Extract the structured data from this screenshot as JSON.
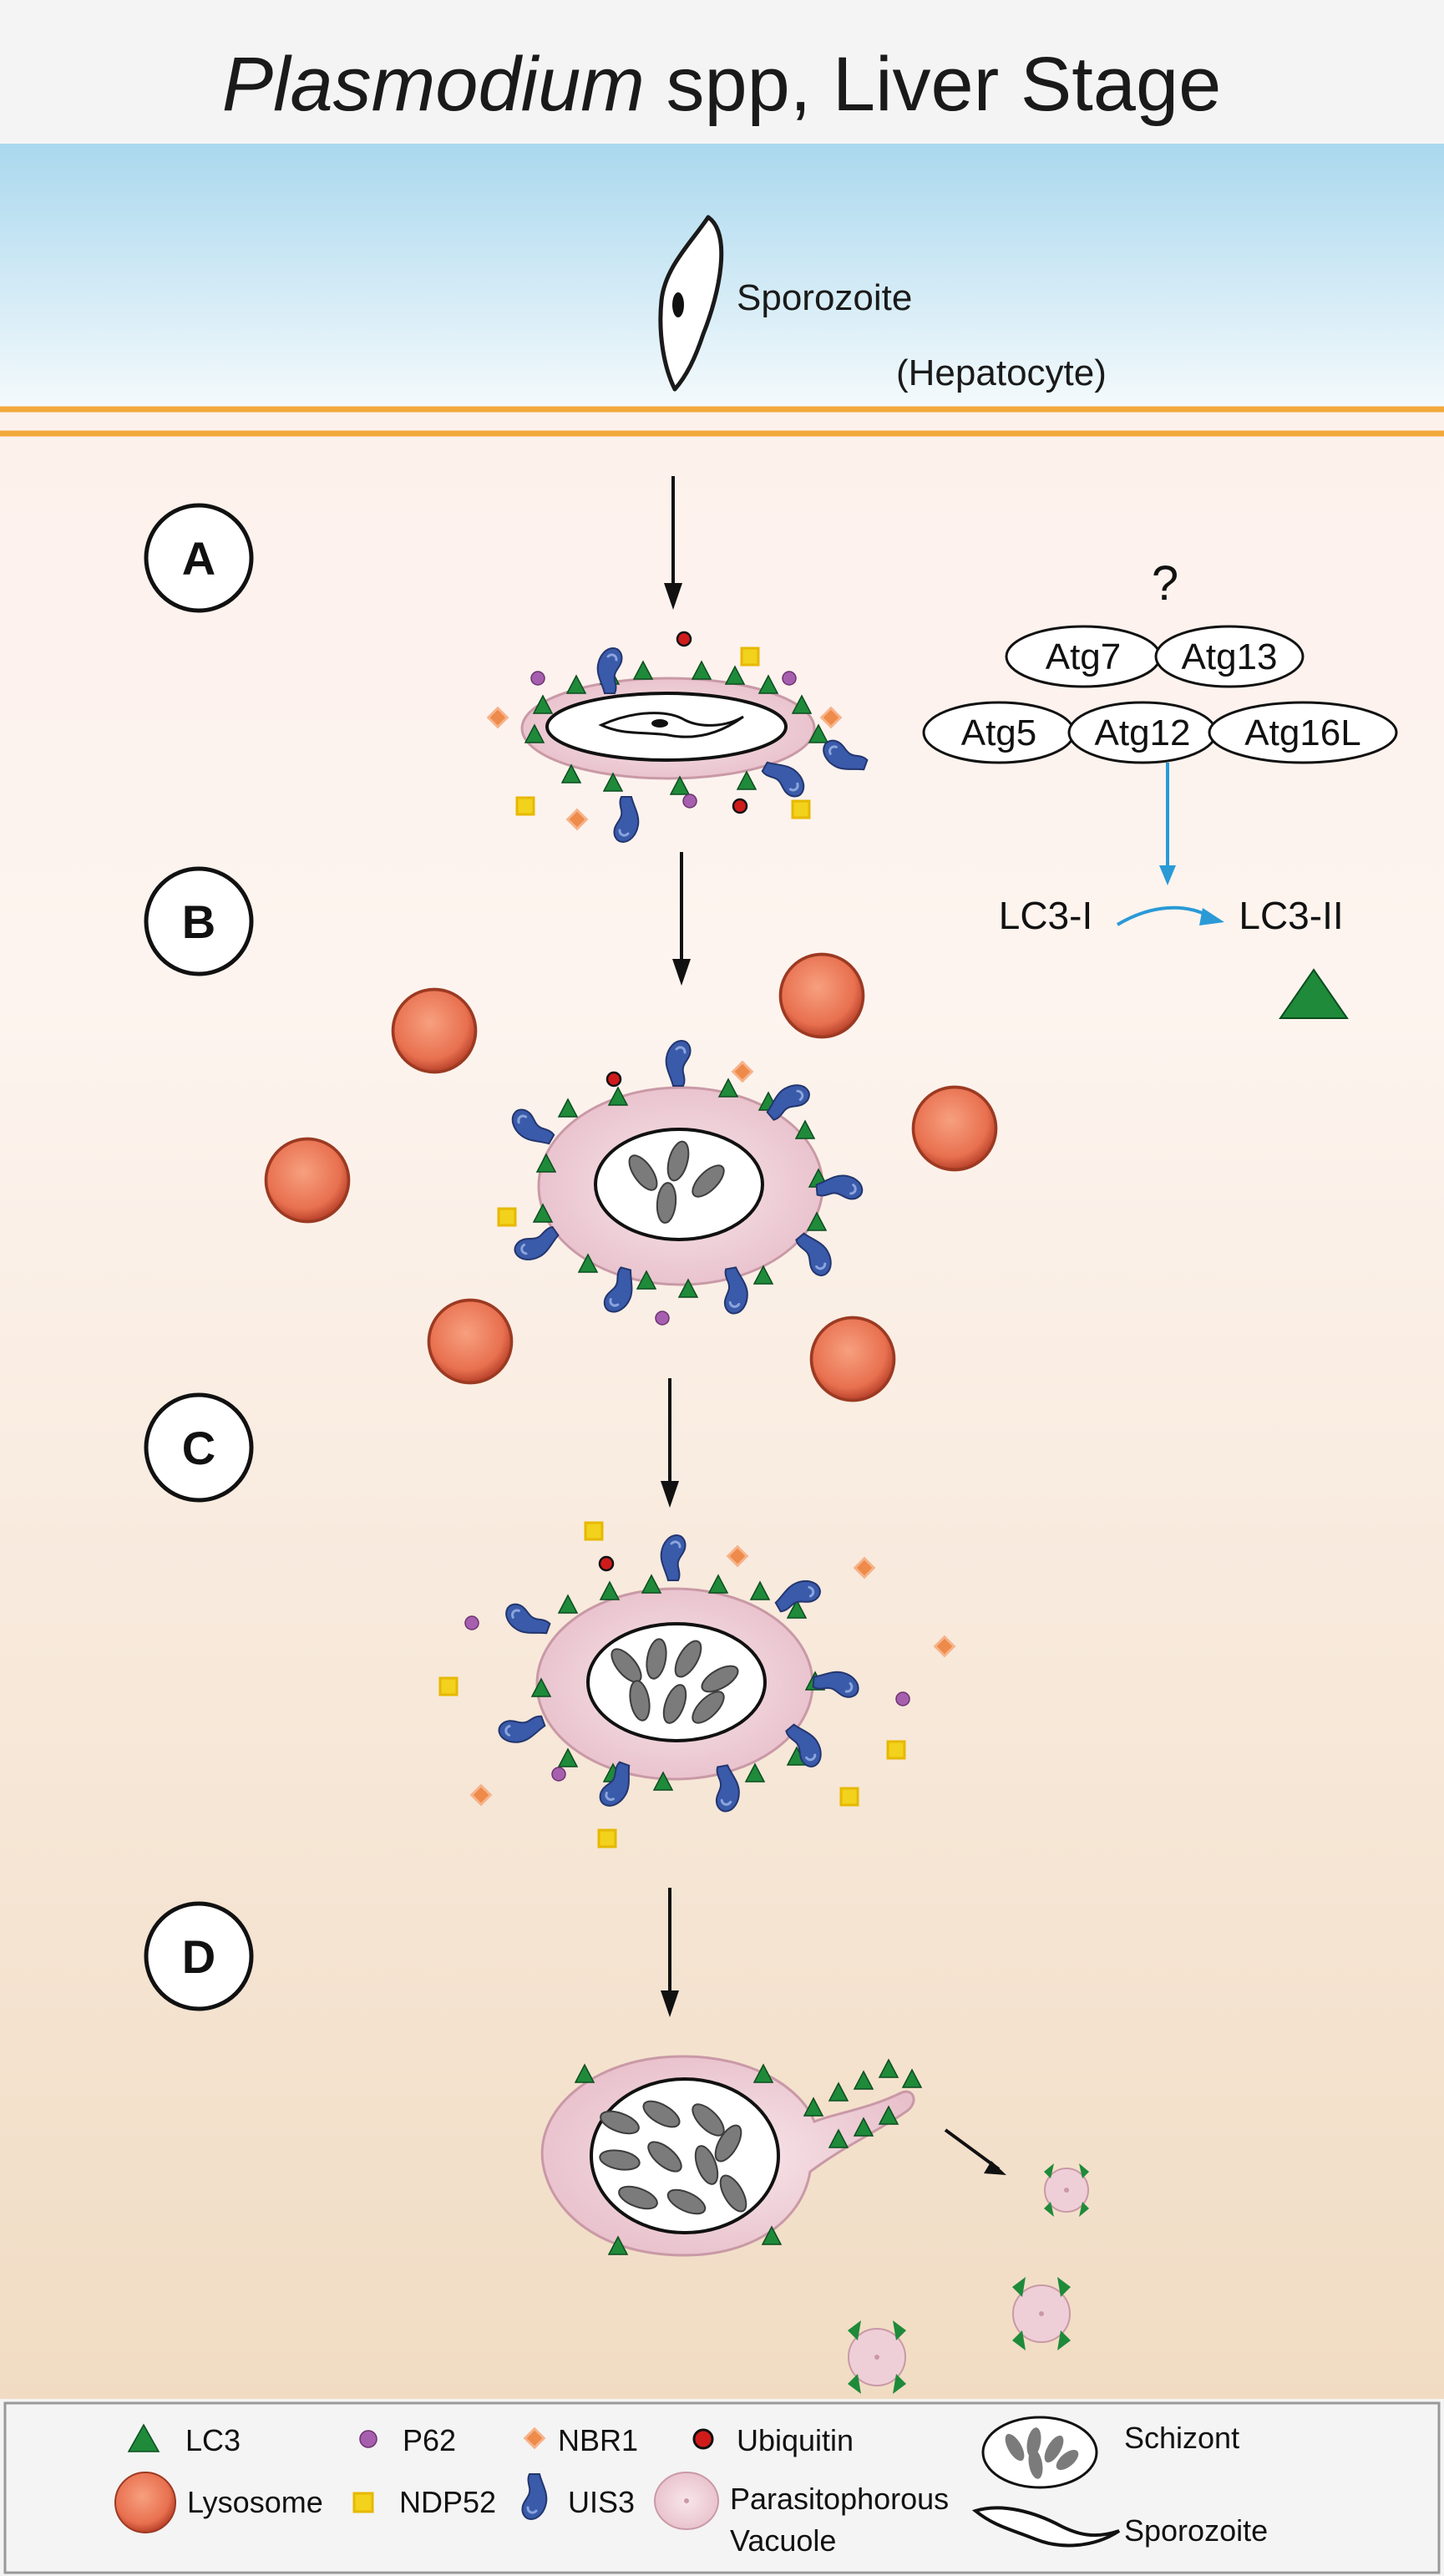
{
  "title": {
    "italic": "Plasmodium",
    "rest": " spp, Liver Stage"
  },
  "top_labels": {
    "sporozoite": "Sporozoite",
    "host_cell": "(Hepatocyte)"
  },
  "stages": [
    "A",
    "B",
    "C",
    "D"
  ],
  "pathway": {
    "unknown": "?",
    "row1": [
      "Atg7",
      "Atg13"
    ],
    "row2": [
      "Atg5",
      "Atg12",
      "Atg16L"
    ],
    "lc3_i": "LC3-I",
    "lc3_ii": "LC3-II"
  },
  "legend": {
    "lc3": "LC3",
    "p62": "P62",
    "nbr1": "NBR1",
    "ubiquitin": "Ubiquitin",
    "schizont": "Schizont",
    "lysosome": "Lysosome",
    "ndp52": "NDP52",
    "uis3": "UIS3",
    "pv_line1": "Parasitophorous",
    "pv_line2": "Vacuole",
    "sporozoite": "Sporozoite"
  },
  "colors": {
    "lc3_green": "#1f8a3a",
    "p62_purple": "#a65fae",
    "nbr1_orange": "#ee8a4a",
    "ubiquitin_red": "#d01b1b",
    "ndp52_yellow": "#f2d21c",
    "uis3_blue": "#3a5aaa",
    "lysosome": "#e8704f",
    "vacuole_pink": "#efcfd7",
    "membrane_orange": "#f2a93b",
    "arrow_blue": "#2a9ad6"
  }
}
